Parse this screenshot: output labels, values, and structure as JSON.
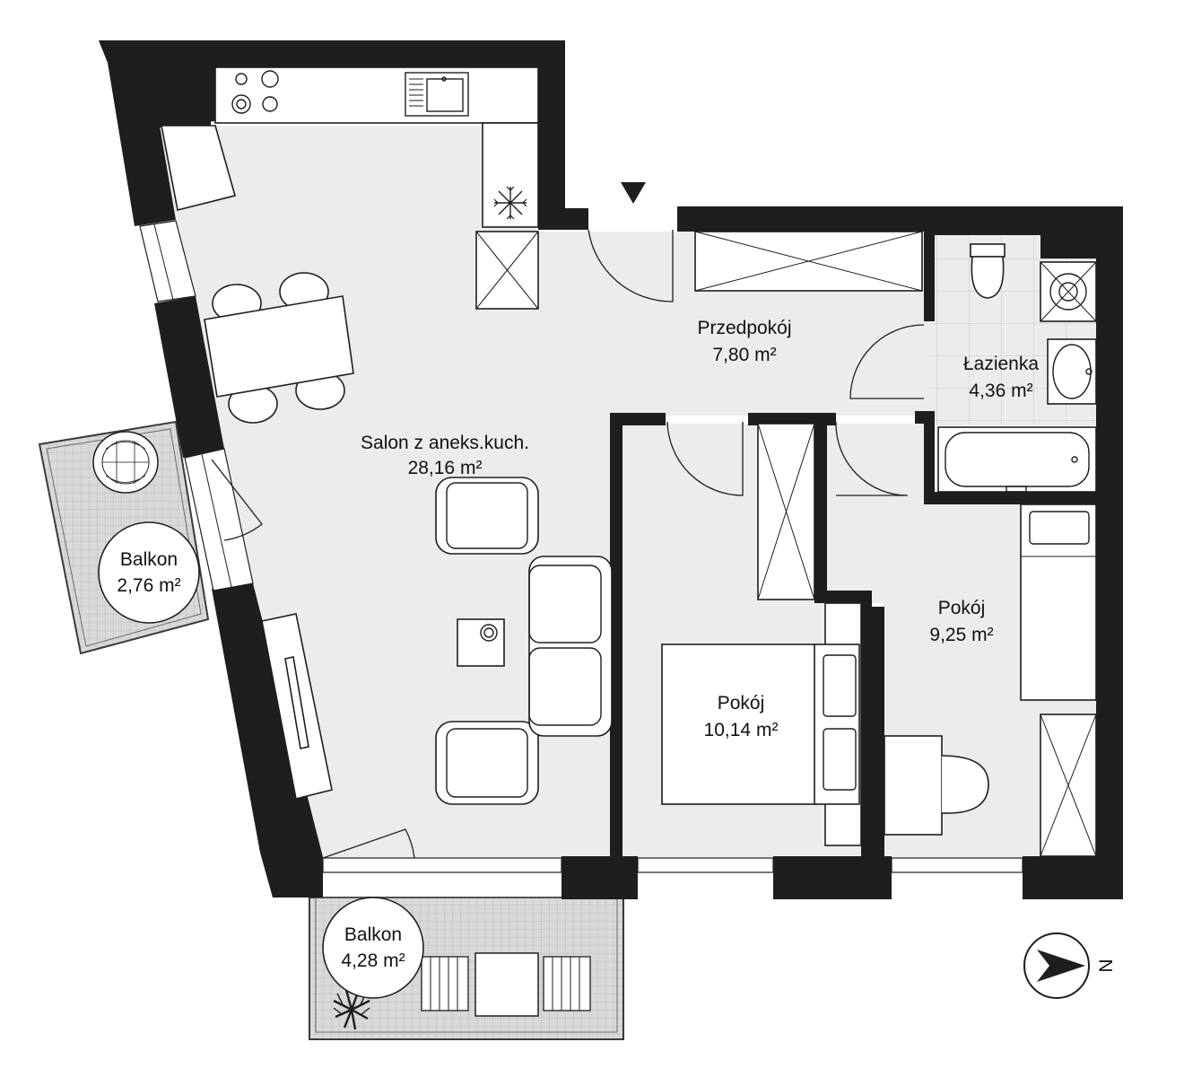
{
  "rooms": [
    {
      "id": "salon",
      "name": "Salon z aneks.kuch.",
      "area": "28,16 m²"
    },
    {
      "id": "przedpokoj",
      "name": "Przedpokój",
      "area": "7,80 m²"
    },
    {
      "id": "lazienka",
      "name": "Łazienka",
      "area": "4,36 m²"
    },
    {
      "id": "pokoj1",
      "name": "Pokój",
      "area": "10,14 m²"
    },
    {
      "id": "pokoj2",
      "name": "Pokój",
      "area": "9,25 m²"
    }
  ],
  "balconies": [
    {
      "id": "balkon1",
      "name": "Balkon",
      "area": "2,76 m²"
    },
    {
      "id": "balkon2",
      "name": "Balkon",
      "area": "4,28 m²"
    }
  ],
  "compass": {
    "letter": "N"
  },
  "colors": {
    "wall": "#1e1e1e",
    "floor": "#ececec",
    "balcony": "#d9d9d9"
  }
}
